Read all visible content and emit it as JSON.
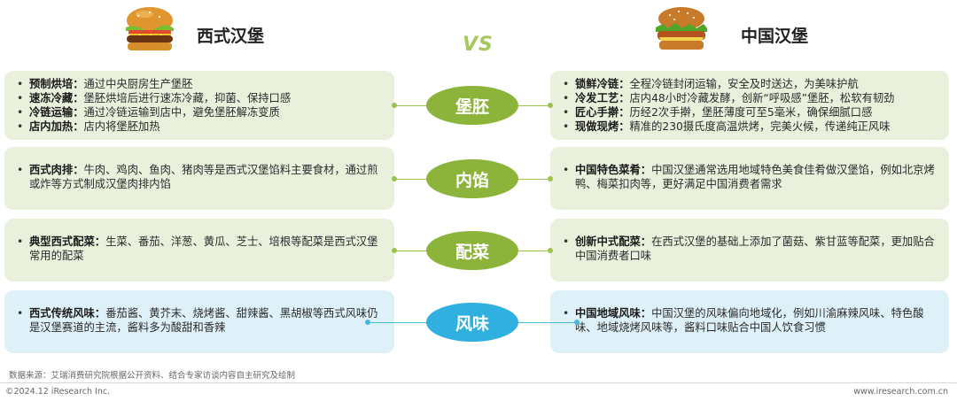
{
  "header": {
    "left_title": "西式汉堡",
    "right_title": "中国汉堡",
    "vs": "VS"
  },
  "rows": [
    {
      "center": "堡胚",
      "theme": "green",
      "left": [
        {
          "label": "预制烘培：",
          "text": "通过中央厨房生产堡胚"
        },
        {
          "label": "速冻冷藏：",
          "text": "堡胚烘培后进行速冻冷藏，抑菌、保持口感"
        },
        {
          "label": "冷链运输：",
          "text": "通过冷链运输到店中，避免堡胚解冻变质"
        },
        {
          "label": "店内加热：",
          "text": "店内将堡胚加热"
        }
      ],
      "right": [
        {
          "label": "锁鲜冷链：",
          "text": "全程冷链封闭运输，安全及时送达，为美味护航"
        },
        {
          "label": "冷发工艺：",
          "text": "店内48小时冷藏发酵，创新“呼吸感”堡胚，松软有韧劲"
        },
        {
          "label": "匠心手擀：",
          "text": "历经2次手擀，堡胚薄度可至5毫米，确保细腻口感"
        },
        {
          "label": "现做现烤：",
          "text": "精准的230摄氏度高温烘烤，完美火候，传递纯正风味"
        }
      ]
    },
    {
      "center": "内馅",
      "theme": "green",
      "left": [
        {
          "label": "西式肉排：",
          "text": "牛肉、鸡肉、鱼肉、猪肉等是西式汉堡馅料主要食材，通过煎或炸等方式制成汉堡肉排内馅"
        }
      ],
      "right": [
        {
          "label": "中国特色菜肴：",
          "text": "中国汉堡通常选用地域特色美食佳肴做汉堡馅，例如北京烤鸭、梅菜扣肉等，更好满足中国消费者需求"
        }
      ]
    },
    {
      "center": "配菜",
      "theme": "green",
      "left": [
        {
          "label": "典型西式配菜：",
          "text": "生菜、番茄、洋葱、黄瓜、芝士、培根等配菜是西式汉堡常用的配菜"
        }
      ],
      "right": [
        {
          "label": "创新中式配菜：",
          "text": "在西式汉堡的基础上添加了菌菇、紫甘蓝等配菜，更加贴合中国消费者口味"
        }
      ]
    },
    {
      "center": "风味",
      "theme": "blue",
      "left": [
        {
          "label": "西式传统风味：",
          "text": "番茄酱、黄芥末、烧烤酱、甜辣酱、黑胡椒等西式风味仍是汉堡赛道的主流，酱料多为酸甜和香辣"
        }
      ],
      "right": [
        {
          "label": "中国地域风味：",
          "text": "中国汉堡的风味偏向地域化，例如川渝麻辣风味、特色酸味、地域烧烤风味等，酱料口味贴合中国人饮食习惯"
        }
      ]
    }
  ],
  "footer": {
    "source": "数据来源：艾瑞消费研究院根据公开资料、结合专家访谈内容自主研究及绘制",
    "copyright": "©2024.12 iResearch Inc.",
    "website": "www.iresearch.com.cn"
  },
  "colors": {
    "green_card": "#e9f0dc",
    "blue_card": "#dff1f8",
    "green_accent": "#8cb43a",
    "blue_accent": "#2fb0de",
    "vs": "#a7c75b"
  }
}
